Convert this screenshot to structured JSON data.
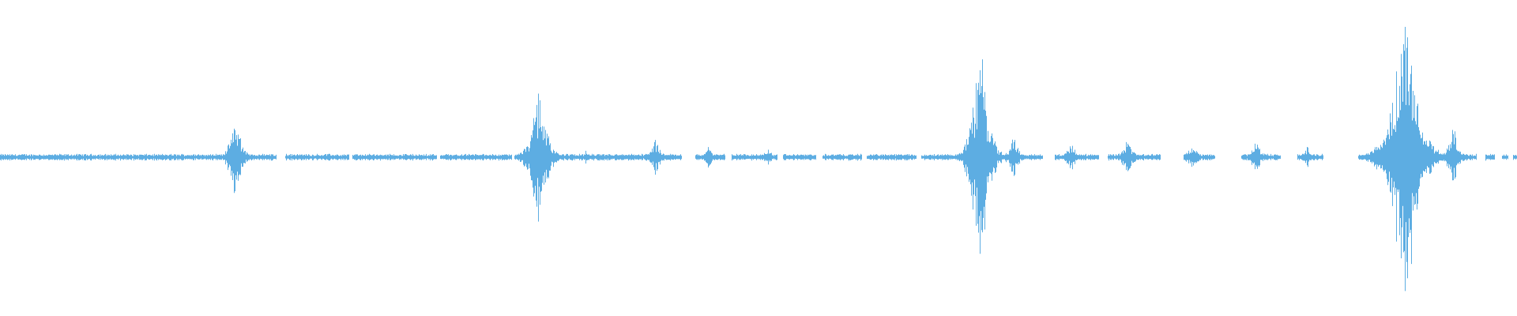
{
  "waveform": {
    "color": "#5DADE2",
    "background": "#ffffff",
    "baseline_amplitude": 0.02,
    "bursts": [
      {
        "position": 0.155,
        "peak": 0.28,
        "width": 0.016
      },
      {
        "position": 0.355,
        "peak": 0.42,
        "width": 0.022
      },
      {
        "position": 0.386,
        "peak": 0.05,
        "width": 0.004
      },
      {
        "position": 0.432,
        "peak": 0.11,
        "width": 0.014
      },
      {
        "position": 0.467,
        "peak": 0.08,
        "width": 0.01
      },
      {
        "position": 0.506,
        "peak": 0.06,
        "width": 0.012
      },
      {
        "position": 0.646,
        "peak": 0.72,
        "width": 0.022
      },
      {
        "position": 0.668,
        "peak": 0.13,
        "width": 0.014
      },
      {
        "position": 0.706,
        "peak": 0.09,
        "width": 0.014
      },
      {
        "position": 0.743,
        "peak": 0.11,
        "width": 0.016
      },
      {
        "position": 0.786,
        "peak": 0.08,
        "width": 0.016
      },
      {
        "position": 0.828,
        "peak": 0.1,
        "width": 0.016
      },
      {
        "position": 0.862,
        "peak": 0.07,
        "width": 0.012
      },
      {
        "position": 0.926,
        "peak": 0.98,
        "width": 0.034
      },
      {
        "position": 0.958,
        "peak": 0.2,
        "width": 0.014
      }
    ],
    "silent_gaps": [
      [
        0.182,
        0.188
      ],
      [
        0.23,
        0.232
      ],
      [
        0.288,
        0.29
      ],
      [
        0.337,
        0.339
      ],
      [
        0.449,
        0.458
      ],
      [
        0.478,
        0.482
      ],
      [
        0.512,
        0.516
      ],
      [
        0.538,
        0.542
      ],
      [
        0.568,
        0.571
      ],
      [
        0.604,
        0.607
      ],
      [
        0.687,
        0.695
      ],
      [
        0.724,
        0.73
      ],
      [
        0.765,
        0.78
      ],
      [
        0.801,
        0.818
      ],
      [
        0.844,
        0.855
      ],
      [
        0.872,
        0.895
      ],
      [
        0.973,
        0.979
      ],
      [
        0.985,
        0.99
      ],
      [
        0.994,
        0.997
      ]
    ]
  }
}
